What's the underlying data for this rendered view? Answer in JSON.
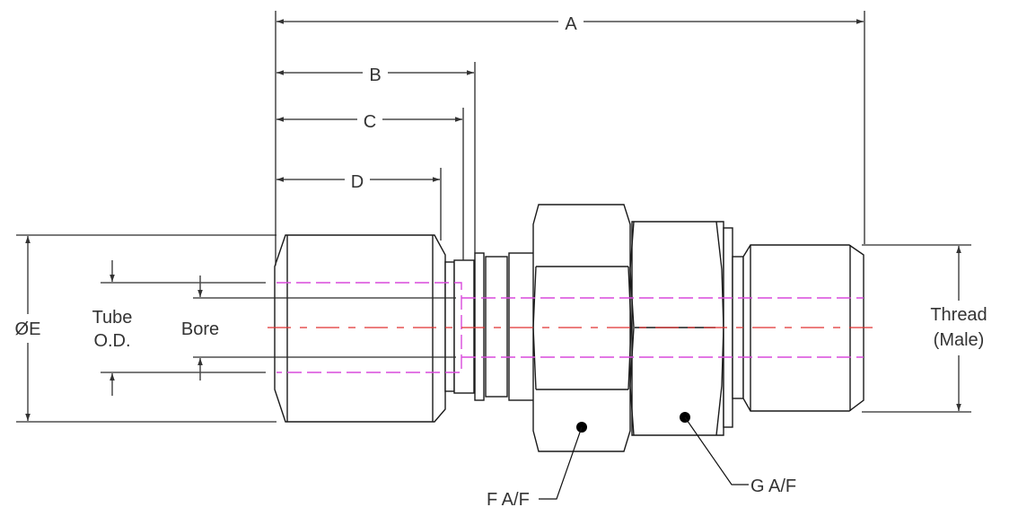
{
  "diagram": {
    "title": "Male connector dimension drawing",
    "labels": {
      "A": "A",
      "B": "B",
      "C": "C",
      "D": "D",
      "E": "ØE",
      "tube_od_line1": "Tube",
      "tube_od_line2": "O.D.",
      "bore": "Bore",
      "thread_line1": "Thread",
      "thread_line2": "(Male)",
      "F": "F A/F",
      "G": "G A/F"
    },
    "colors": {
      "outline": "#1a1a1a",
      "dimension": "#4a4a4a",
      "centerline": "#e03030",
      "hidden_bore": "#d84adc",
      "text": "#333333"
    }
  }
}
